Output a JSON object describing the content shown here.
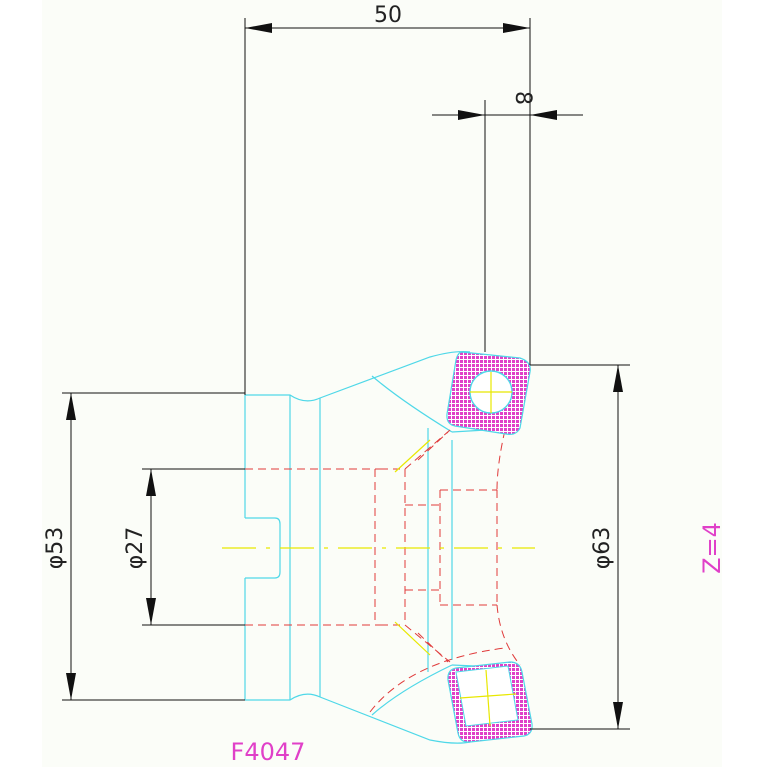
{
  "dimensions": {
    "overall_length": "50",
    "insert_offset": "8",
    "shank_diameter": "φ53",
    "bore_diameter": "φ27",
    "cutting_diameter": "φ63"
  },
  "labels": {
    "teeth_count": "Z=4",
    "part_number": "F4047"
  },
  "colors": {
    "background": "#ffffff",
    "paper": "#fbfdf8",
    "outline": "#4fd8e8",
    "hidden_lines": "#e03a3a",
    "center_lines": "#e8e800",
    "insert_fill": "#e040c8",
    "dimension_lines": "#111111",
    "label_text": "#e040c8"
  }
}
